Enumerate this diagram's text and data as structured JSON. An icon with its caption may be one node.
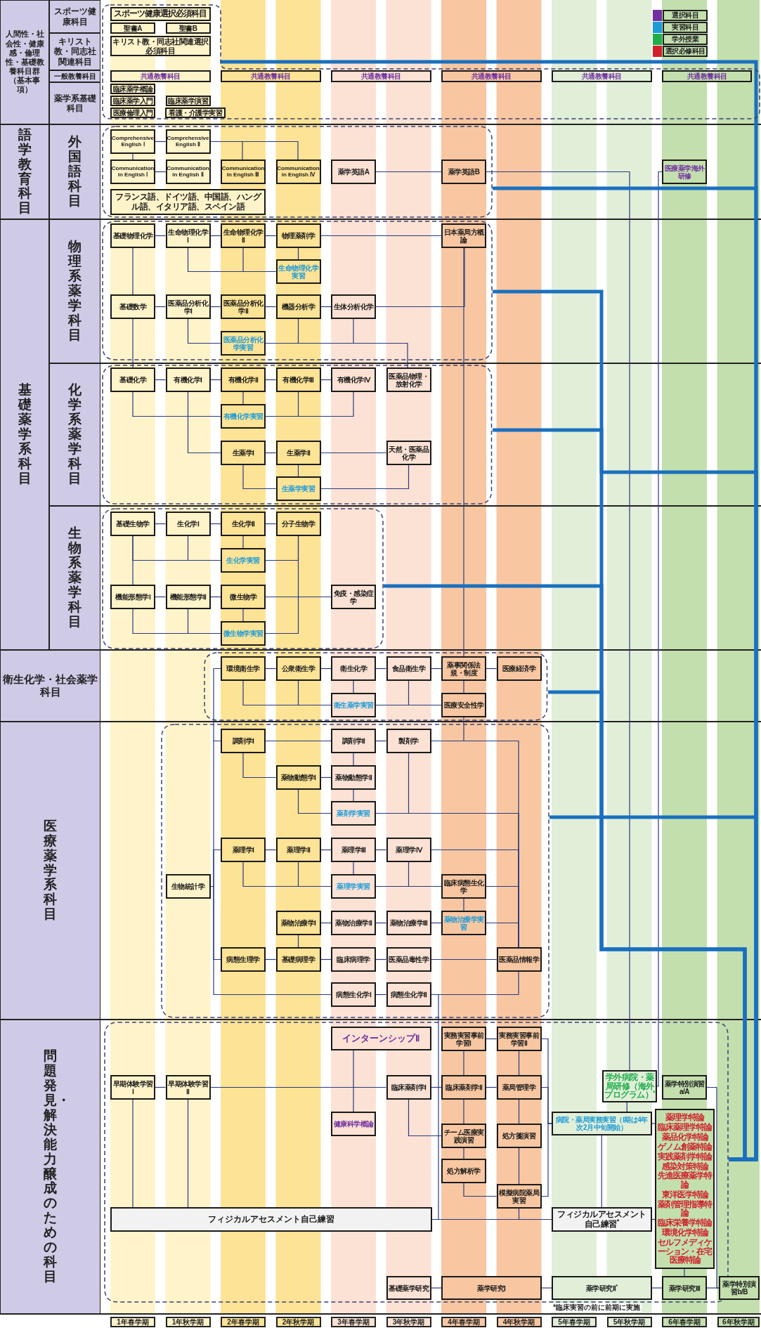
{
  "diagram": {
    "nodes": [
      {
        "text": [
          "人間性・社会性・健康感・倫理性・基礎教養科目群（基本事項）"
        ]
      },
      {
        "text": [
          "スポーツ健康科目"
        ]
      },
      {
        "text": [
          "キリスト教・同志社関連科目"
        ]
      },
      {
        "text": [
          "一般教養科目"
        ]
      },
      {
        "text": [
          "薬学系基礎科目"
        ]
      },
      {
        "text": [],
        "shape": "box"
      },
      {
        "text": [
          "スポーツ健康選択必須科目"
        ],
        "in": 5
      },
      {
        "text": [
          "聖書A"
        ],
        "in": 5
      },
      {
        "text": [
          "聖書B"
        ],
        "in": 5
      },
      {
        "text": [
          "キリスト教・同志社関連選択必須科目"
        ],
        "in": 5
      },
      {
        "text": [
          "共通教養科目"
        ],
        "in": 5
      },
      {
        "text": [
          "共通教養科目"
        ],
        "in": 5
      },
      {
        "text": [
          "共通教養科目"
        ],
        "in": 5
      },
      {
        "text": [
          "共通教養科目"
        ],
        "in": 5
      },
      {
        "text": [
          "共通教養科目"
        ],
        "in": 5
      },
      {
        "text": [
          "共通教養科目"
        ],
        "in": 5
      },
      {
        "text": [
          "臨床薬学概論"
        ],
        "in": 5
      },
      {
        "text": [
          "臨床薬学入門"
        ],
        "in": 5
      },
      {
        "text": [
          "臨床薬学演習"
        ],
        "in": 5
      },
      {
        "text": [
          "医療倫理入門"
        ],
        "in": 5
      },
      {
        "text": [
          "看護・介護学実習"
        ],
        "in": 5
      },
      {
        "text": [
          "語学教育科目"
        ]
      },
      {
        "text": [
          "外国語科目"
        ]
      },
      {
        "text": [],
        "shape": "box"
      },
      {
        "text": [
          "Comprehensive English Ⅰ"
        ],
        "in": 23
      },
      {
        "text": [
          "Comprehensive English Ⅱ"
        ],
        "in": 23
      },
      {
        "text": [
          "Communication in English Ⅰ"
        ],
        "in": 23
      },
      {
        "text": [
          "Communication in English Ⅱ"
        ],
        "in": 23
      },
      {
        "text": [
          "Communication in English Ⅲ"
        ],
        "in": 23
      },
      {
        "text": [
          "Communication in English Ⅳ"
        ],
        "in": 23
      },
      {
        "text": [
          "薬学英語A"
        ],
        "in": 23
      },
      {
        "text": [
          "薬学英語B"
        ],
        "in": 23
      },
      {
        "text": [
          "医療薬学海外研修"
        ]
      },
      {
        "text": [
          "フランス語、ドイツ語、中国語、ハングル語、イタリア語、スペイン語"
        ],
        "in": 23
      },
      {
        "text": [
          "基礎薬学系科目"
        ]
      },
      {
        "text": [
          "物理系薬学科目"
        ]
      },
      {
        "text": [],
        "shape": "box"
      },
      {
        "text": [
          "基礎物理化学"
        ],
        "in": 36
      },
      {
        "text": [
          "生命物理化学Ⅰ"
        ],
        "in": 36
      },
      {
        "text": [
          "生命物理化学Ⅱ"
        ],
        "in": 36
      },
      {
        "text": [
          "物理薬剤学"
        ],
        "in": 36
      },
      {
        "text": [
          "日本薬局方概論"
        ],
        "in": 36
      },
      {
        "text": [
          "生命物理化学実習"
        ],
        "in": 36
      },
      {
        "text": [
          "基礎数学"
        ],
        "in": 36
      },
      {
        "text": [
          "医薬品分析化学Ⅰ"
        ],
        "in": 36
      },
      {
        "text": [
          "医薬品分析化学Ⅱ"
        ],
        "in": 36
      },
      {
        "text": [
          "機器分析学"
        ],
        "in": 36
      },
      {
        "text": [
          "生体分析化学"
        ],
        "in": 36
      },
      {
        "text": [
          "医薬品分析化学実習"
        ],
        "in": 36
      },
      {
        "text": [
          "化学系薬学科目"
        ]
      },
      {
        "text": [],
        "shape": "box"
      },
      {
        "text": [
          "基礎化学"
        ],
        "in": 50
      },
      {
        "text": [
          "有機化学Ⅰ"
        ],
        "in": 50
      },
      {
        "text": [
          "有機化学Ⅱ"
        ],
        "in": 50
      },
      {
        "text": [
          "有機化学Ⅲ"
        ],
        "in": 50
      },
      {
        "text": [
          "有機化学Ⅳ"
        ],
        "in": 50
      },
      {
        "text": [
          "医薬品物理・放射化学"
        ],
        "in": 50
      },
      {
        "text": [
          "有機化学実習"
        ],
        "in": 50
      },
      {
        "text": [
          "生薬学Ⅰ"
        ],
        "in": 50
      },
      {
        "text": [
          "生薬学Ⅱ"
        ],
        "in": 50
      },
      {
        "text": [
          "天然・医薬品化学"
        ],
        "in": 50
      },
      {
        "text": [
          "生薬学実習"
        ],
        "in": 50
      },
      {
        "text": [
          "生物系薬学科目"
        ]
      },
      {
        "text": [],
        "shape": "box"
      },
      {
        "text": [
          "基礎生物学"
        ],
        "in": 63
      },
      {
        "text": [
          "生化学Ⅰ"
        ],
        "in": 63
      },
      {
        "text": [
          "生化学Ⅱ"
        ],
        "in": 63
      },
      {
        "text": [
          "分子生物学"
        ],
        "in": 63
      },
      {
        "text": [
          "生化学実習"
        ],
        "in": 63
      },
      {
        "text": [
          "機能形態学Ⅰ"
        ],
        "in": 63
      },
      {
        "text": [
          "機能形態学Ⅱ"
        ],
        "in": 63
      },
      {
        "text": [
          "微生物学"
        ],
        "in": 63
      },
      {
        "text": [
          "免疫・感染症学"
        ],
        "in": 63
      },
      {
        "text": [
          "微生物学実習"
        ],
        "in": 63
      },
      {
        "text": [
          "衛生化学・社会薬学科目"
        ]
      },
      {
        "text": [],
        "shape": "box"
      },
      {
        "text": [
          "環境衛生学"
        ],
        "in": 75
      },
      {
        "text": [
          "公衆衛生学"
        ],
        "in": 75
      },
      {
        "text": [
          "衛生化学"
        ],
        "in": 75
      },
      {
        "text": [
          "食品衛生学"
        ],
        "in": 75
      },
      {
        "text": [
          "薬事関係法規・制度"
        ],
        "in": 75
      },
      {
        "text": [
          "医療経済学"
        ],
        "in": 75
      },
      {
        "text": [
          "衛生薬学実習"
        ],
        "in": 75
      },
      {
        "text": [
          "医療安全性学"
        ],
        "in": 75
      },
      {
        "text": [
          "医療薬学系科目"
        ]
      },
      {
        "text": [],
        "shape": "box"
      },
      {
        "text": [
          "調剤学Ⅰ"
        ],
        "in": 85
      },
      {
        "text": [
          "調剤学Ⅱ"
        ],
        "in": 85
      },
      {
        "text": [
          "製剤学"
        ],
        "in": 85
      },
      {
        "text": [
          "薬物動態学Ⅰ"
        ],
        "in": 85
      },
      {
        "text": [
          "薬物動態学Ⅱ"
        ],
        "in": 85
      },
      {
        "text": [
          "薬剤学実習"
        ],
        "in": 85
      },
      {
        "text": [
          "薬理学Ⅰ"
        ],
        "in": 85
      },
      {
        "text": [
          "薬理学Ⅱ"
        ],
        "in": 85
      },
      {
        "text": [
          "薬理学Ⅲ"
        ],
        "in": 85
      },
      {
        "text": [
          "薬理学Ⅳ"
        ],
        "in": 85
      },
      {
        "text": [
          "生物統計学"
        ],
        "in": 85
      },
      {
        "text": [
          "薬理学実習"
        ],
        "in": 85
      },
      {
        "text": [
          "臨床病態生化学"
        ],
        "in": 85
      },
      {
        "text": [
          "薬物治療学Ⅰ"
        ],
        "in": 85
      },
      {
        "text": [
          "薬物治療学Ⅱ"
        ],
        "in": 85
      },
      {
        "text": [
          "薬物治療学Ⅲ"
        ],
        "in": 85
      },
      {
        "text": [
          "薬物治療学実習"
        ],
        "in": 85
      },
      {
        "text": [
          "病態生理学"
        ],
        "in": 85
      },
      {
        "text": [
          "基礎病理学"
        ],
        "in": 85
      },
      {
        "text": [
          "臨床病理学"
        ],
        "in": 85
      },
      {
        "text": [
          "医薬品毒性学"
        ],
        "in": 85
      },
      {
        "text": [
          "医薬品情報学"
        ],
        "in": 85
      },
      {
        "text": [
          "病態生化学Ⅰ"
        ],
        "in": 85
      },
      {
        "text": [
          "病態生化学Ⅱ"
        ],
        "in": 85
      },
      {
        "text": [
          "問題発見・解決能力醸成のための科目"
        ]
      },
      {
        "text": [],
        "shape": "box"
      },
      {
        "text": [
          "インターンシップⅡ"
        ],
        "in": 111
      },
      {
        "text": [
          "実務実習事前学習Ⅰ"
        ],
        "in": 111
      },
      {
        "text": [
          "実務実習事前学習Ⅱ"
        ],
        "in": 111
      },
      {
        "text": [
          "早期体験学習Ⅰ"
        ],
        "in": 111
      },
      {
        "text": [
          "早期体験学習Ⅱ"
        ],
        "in": 111
      },
      {
        "text": [
          "臨床薬剤学Ⅰ"
        ],
        "in": 111
      },
      {
        "text": [
          "臨床薬剤学Ⅱ"
        ],
        "in": 111
      },
      {
        "text": [
          "薬局管理学"
        ],
        "in": 111
      },
      {
        "text": [
          "学外病院・薬局研修（海外プログラム）$^{*}$"
        ],
        "in": 111
      },
      {
        "text": [
          "薬学特別演習a/A"
        ],
        "in": 111
      },
      {
        "text": [
          "健康科学概論"
        ],
        "in": 111
      },
      {
        "text": [
          "病院・薬局実務実習（Ⅰ期は4年次2月中旬開始）"
        ],
        "in": 111
      },
      {
        "text": [
          "チーム医療実践演習"
        ],
        "in": 111
      },
      {
        "text": [
          "処方箋演習"
        ],
        "in": 111
      },
      {
        "text": [
          "薬理学特論",
          "臨床薬理学特論",
          "薬品化学特論",
          "ゲノム創薬特論",
          "実践薬剤学特論",
          "感染対策特論",
          "先進医療薬学特論",
          "東洋医学特論",
          "薬剤管理指導特論",
          "臨床栄養学特論",
          "環境化学特論",
          "セルフメディケーション・在宅医療特論"
        ],
        "in": 111
      },
      {
        "text": [
          "処方解析学"
        ],
        "in": 111
      },
      {
        "text": [
          "模擬病院薬局実習"
        ],
        "in": 111
      },
      {
        "text": [
          "フィジカルアセスメント自己練習"
        ],
        "in": 111
      },
      {
        "text": [
          "フィジカルアセスメント自己練習$^{*}$"
        ],
        "in": 111
      },
      {
        "text": [
          "基礎薬学研究"
        ],
        "in": 111
      },
      {
        "text": [
          "薬学研究Ⅰ"
        ],
        "in": 111
      },
      {
        "text": [
          "薬学研究Ⅱ$^{*}$"
        ],
        "in": 111
      },
      {
        "text": [
          "薬学研究Ⅲ"
        ],
        "in": 111
      },
      {
        "text": [
          "薬学特別演習b/B"
        ]
      },
      {
        "text": [
          "1年春学期"
        ]
      },
      {
        "text": [
          "1年秋学期"
        ]
      },
      {
        "text": [
          "2年春学期"
        ]
      },
      {
        "text": [
          "2年秋学期"
        ]
      },
      {
        "text": [
          "3年春学期"
        ]
      },
      {
        "text": [
          "3年秋学期"
        ]
      },
      {
        "text": [
          "4年春学期"
        ]
      },
      {
        "text": [
          "4年秋学期"
        ]
      },
      {
        "text": [
          "5年春学期"
        ]
      },
      {
        "text": [
          "5年秋学期"
        ]
      },
      {
        "text": [
          "6年春学期"
        ]
      },
      {
        "text": [
          "6年秋学期"
        ]
      }
    ],
    "edges": [
      {
        "from": 24,
        "to": 25,
        "arrow": "none"
      },
      {
        "from": 24,
        "to": 26,
        "arrow": "none"
      },
      {
        "from": 25,
        "to": 28,
        "arrow": "none"
      },
      {
        "from": 25,
        "to": 29,
        "arrow": "none"
      },
      {
        "from": 26,
        "to": 27,
        "arrow": "none"
      },
      {
        "from": 30,
        "to": 31,
        "arrow": "none"
      },
      {
        "from": 31,
        "to": 120,
        "arrow": "none"
      },
      {
        "from": 32,
        "to": 120,
        "arrow": "none"
      },
      {
        "from": 37,
        "to": 38,
        "arrow": "none"
      },
      {
        "from": 38,
        "to": 39,
        "arrow": "none"
      },
      {
        "from": 39,
        "to": 40,
        "arrow": "none"
      },
      {
        "from": 40,
        "to": 41,
        "arrow": "none"
      },
      {
        "from": 40,
        "to": 42,
        "arrow": "none"
      },
      {
        "from": 38,
        "to": 42,
        "arrow": "none"
      },
      {
        "from": 39,
        "to": 42,
        "arrow": "none"
      },
      {
        "from": 37,
        "to": 43,
        "arrow": "none"
      },
      {
        "from": 43,
        "to": 51,
        "arrow": "none"
      },
      {
        "from": 43,
        "to": 44,
        "arrow": "none"
      },
      {
        "from": 44,
        "to": 45,
        "arrow": "none"
      },
      {
        "from": 45,
        "to": 46,
        "arrow": "none"
      },
      {
        "from": 46,
        "to": 47,
        "arrow": "none"
      },
      {
        "from": 44,
        "to": 48,
        "arrow": "none"
      },
      {
        "from": 46,
        "to": 48,
        "arrow": "none"
      },
      {
        "from": 47,
        "to": 48,
        "arrow": "none"
      },
      {
        "from": 47,
        "to": 41,
        "arrow": "none"
      },
      {
        "from": 48,
        "to": 56,
        "arrow": "none"
      },
      {
        "from": 51,
        "to": 52,
        "arrow": "none"
      },
      {
        "from": 52,
        "to": 53,
        "arrow": "none"
      },
      {
        "from": 53,
        "to": 54,
        "arrow": "none"
      },
      {
        "from": 54,
        "to": 55,
        "arrow": "none"
      },
      {
        "from": 53,
        "to": 57,
        "arrow": "none"
      },
      {
        "from": 51,
        "to": 57,
        "arrow": "none"
      },
      {
        "from": 54,
        "to": 57,
        "arrow": "none"
      },
      {
        "from": 55,
        "to": 57,
        "arrow": "none"
      },
      {
        "from": 52,
        "to": 58,
        "arrow": "none"
      },
      {
        "from": 58,
        "to": 59,
        "arrow": "none"
      },
      {
        "from": 59,
        "to": 60,
        "arrow": "none"
      },
      {
        "from": 59,
        "to": 61,
        "arrow": "none"
      },
      {
        "from": 58,
        "to": 61,
        "arrow": "none"
      },
      {
        "from": 60,
        "to": 61,
        "arrow": "none"
      },
      {
        "from": 64,
        "to": 65,
        "arrow": "none"
      },
      {
        "from": 65,
        "to": 66,
        "arrow": "none"
      },
      {
        "from": 66,
        "to": 67,
        "arrow": "none"
      },
      {
        "from": 66,
        "to": 68,
        "arrow": "none"
      },
      {
        "from": 64,
        "to": 68,
        "arrow": "none"
      },
      {
        "from": 65,
        "to": 68,
        "arrow": "none"
      },
      {
        "from": 67,
        "to": 68,
        "arrow": "none"
      },
      {
        "from": 64,
        "to": 69,
        "arrow": "none"
      },
      {
        "from": 69,
        "to": 70,
        "arrow": "none"
      },
      {
        "from": 70,
        "to": 71,
        "arrow": "none"
      },
      {
        "from": 71,
        "to": 72,
        "arrow": "none"
      },
      {
        "from": 71,
        "to": 73,
        "arrow": "none"
      },
      {
        "from": 69,
        "to": 73,
        "arrow": "none"
      },
      {
        "from": 70,
        "to": 73,
        "arrow": "none"
      },
      {
        "from": 67,
        "to": 73,
        "arrow": "none"
      },
      {
        "from": 76,
        "to": 77,
        "arrow": "none"
      },
      {
        "from": 77,
        "to": 78,
        "arrow": "none"
      },
      {
        "from": 78,
        "to": 79,
        "arrow": "none"
      },
      {
        "from": 79,
        "to": 80,
        "arrow": "none"
      },
      {
        "from": 80,
        "to": 81,
        "arrow": "none"
      },
      {
        "from": 78,
        "to": 82,
        "arrow": "none"
      },
      {
        "from": 76,
        "to": 82,
        "arrow": "none"
      },
      {
        "from": 77,
        "to": 82,
        "arrow": "none"
      },
      {
        "from": 82,
        "to": 83,
        "arrow": "none"
      },
      {
        "from": 79,
        "to": 83,
        "arrow": "none"
      },
      {
        "from": 80,
        "to": 83,
        "arrow": "none"
      },
      {
        "from": 41,
        "to": 80,
        "arrow": "none"
      },
      {
        "from": 83,
        "to": 88,
        "arrow": "none"
      },
      {
        "from": 76,
        "to": 86,
        "arrow": "none"
      },
      {
        "from": 86,
        "to": 87,
        "arrow": "none"
      },
      {
        "from": 87,
        "to": 88,
        "arrow": "none"
      },
      {
        "from": 86,
        "to": 89,
        "arrow": "none"
      },
      {
        "from": 89,
        "to": 90,
        "arrow": "none"
      },
      {
        "from": 87,
        "to": 90,
        "arrow": "none"
      },
      {
        "from": 90,
        "to": 91,
        "arrow": "none"
      },
      {
        "from": 89,
        "to": 91,
        "arrow": "none"
      },
      {
        "from": 88,
        "to": 91,
        "arrow": "none"
      },
      {
        "from": 88,
        "to": 107,
        "arrow": "none"
      },
      {
        "from": 91,
        "to": 107,
        "arrow": "none"
      },
      {
        "from": 95,
        "to": 107,
        "arrow": "none"
      },
      {
        "from": 98,
        "to": 107,
        "arrow": "none"
      },
      {
        "from": 102,
        "to": 107,
        "arrow": "none"
      },
      {
        "from": 109,
        "to": 107,
        "arrow": "none"
      },
      {
        "from": 92,
        "to": 93,
        "arrow": "none"
      },
      {
        "from": 93,
        "to": 94,
        "arrow": "none"
      },
      {
        "from": 94,
        "to": 95,
        "arrow": "none"
      },
      {
        "from": 94,
        "to": 97,
        "arrow": "none"
      },
      {
        "from": 92,
        "to": 97,
        "arrow": "none"
      },
      {
        "from": 93,
        "to": 97,
        "arrow": "none"
      },
      {
        "from": 95,
        "to": 97,
        "arrow": "none"
      },
      {
        "from": 97,
        "to": 98,
        "arrow": "none"
      },
      {
        "from": 98,
        "to": 102,
        "arrow": "none"
      },
      {
        "from": 96,
        "to": 86,
        "arrow": "none"
      },
      {
        "from": 96,
        "to": 92,
        "arrow": "none"
      },
      {
        "from": 96,
        "to": 103,
        "arrow": "none"
      },
      {
        "from": 96,
        "to": 108,
        "arrow": "none"
      },
      {
        "from": 99,
        "to": 100,
        "arrow": "none"
      },
      {
        "from": 100,
        "to": 101,
        "arrow": "none"
      },
      {
        "from": 101,
        "to": 102,
        "arrow": "none"
      },
      {
        "from": 99,
        "to": 104,
        "arrow": "none"
      },
      {
        "from": 103,
        "to": 104,
        "arrow": "none"
      },
      {
        "from": 104,
        "to": 105,
        "arrow": "none"
      },
      {
        "from": 105,
        "to": 106,
        "arrow": "none"
      },
      {
        "from": 106,
        "to": 107,
        "arrow": "none"
      },
      {
        "from": 108,
        "to": 109,
        "arrow": "none"
      },
      {
        "from": 109,
        "to": 130,
        "arrow": "none"
      },
      {
        "from": 115,
        "to": 116,
        "arrow": "none"
      },
      {
        "from": 116,
        "to": 117,
        "arrow": "none"
      },
      {
        "from": 115,
        "to": 129,
        "arrow": "none"
      },
      {
        "from": 116,
        "to": 129,
        "arrow": "none"
      },
      {
        "from": 112,
        "to": 122,
        "arrow": "none"
      },
      {
        "from": 113,
        "to": 114,
        "arrow": "none"
      },
      {
        "from": 113,
        "to": 118,
        "arrow": "none"
      },
      {
        "from": 114,
        "to": 119,
        "arrow": "none"
      },
      {
        "from": 117,
        "to": 118,
        "arrow": "none"
      },
      {
        "from": 118,
        "to": 119,
        "arrow": "none"
      },
      {
        "from": 117,
        "to": 124,
        "arrow": "none"
      },
      {
        "from": 118,
        "to": 124,
        "arrow": "none"
      },
      {
        "from": 119,
        "to": 125,
        "arrow": "none"
      },
      {
        "from": 124,
        "to": 127,
        "arrow": "none"
      },
      {
        "from": 127,
        "to": 128,
        "arrow": "none"
      },
      {
        "from": 125,
        "to": 128,
        "arrow": "none"
      },
      {
        "from": 128,
        "to": 130,
        "arrow": "none"
      },
      {
        "from": 129,
        "to": 130,
        "arrow": "none"
      },
      {
        "from": 114,
        "to": 123,
        "arrow": "none"
      },
      {
        "from": 119,
        "to": 123,
        "arrow": "none"
      },
      {
        "from": 128,
        "to": 123,
        "arrow": "none"
      },
      {
        "from": 120,
        "to": 123,
        "arrow": "none"
      },
      {
        "from": 123,
        "to": 126,
        "arrow": "none"
      },
      {
        "from": 123,
        "to": 130,
        "arrow": "none"
      },
      {
        "from": 130,
        "to": 126,
        "arrow": "none"
      },
      {
        "from": 126,
        "to": 134,
        "arrow": "none"
      },
      {
        "from": 131,
        "to": 132,
        "arrow": "none"
      },
      {
        "from": 132,
        "to": 133,
        "arrow": "none"
      },
      {
        "from": 133,
        "to": 134,
        "arrow": "none"
      },
      {
        "from": 134,
        "to": 135,
        "arrow": "none"
      },
      {
        "from": 121,
        "to": 135,
        "arrow": "none"
      },
      {
        "from": 5,
        "to": 111,
        "arrow": "none",
        "style": "thick",
        "color": "#1a70bf"
      },
      {
        "from": 23,
        "to": 111,
        "arrow": "none",
        "style": "thick",
        "color": "#1a70bf"
      },
      {
        "from": 36,
        "to": 111,
        "arrow": "none",
        "style": "thick",
        "color": "#1a70bf"
      },
      {
        "from": 50,
        "to": 111,
        "arrow": "none",
        "style": "thick",
        "color": "#1a70bf"
      },
      {
        "from": 63,
        "to": 111,
        "arrow": "none",
        "style": "thick",
        "color": "#1a70bf"
      },
      {
        "from": 75,
        "to": 111,
        "arrow": "none",
        "style": "thick",
        "color": "#1a70bf"
      },
      {
        "from": 85,
        "to": 111,
        "arrow": "none",
        "style": "thick",
        "color": "#1a70bf"
      }
    ],
    "labels": [
      "*臨床実習の前に前期に実施"
    ],
    "legend": [
      {
        "text": "選択科目",
        "color": "#7030a0"
      },
      {
        "text": "実習科目",
        "color": "#1e9bd7"
      },
      {
        "text": "学外授業",
        "color": "#1fae4a"
      },
      {
        "text": "選択必修科目",
        "color": "#d0202a"
      }
    ]
  }
}
